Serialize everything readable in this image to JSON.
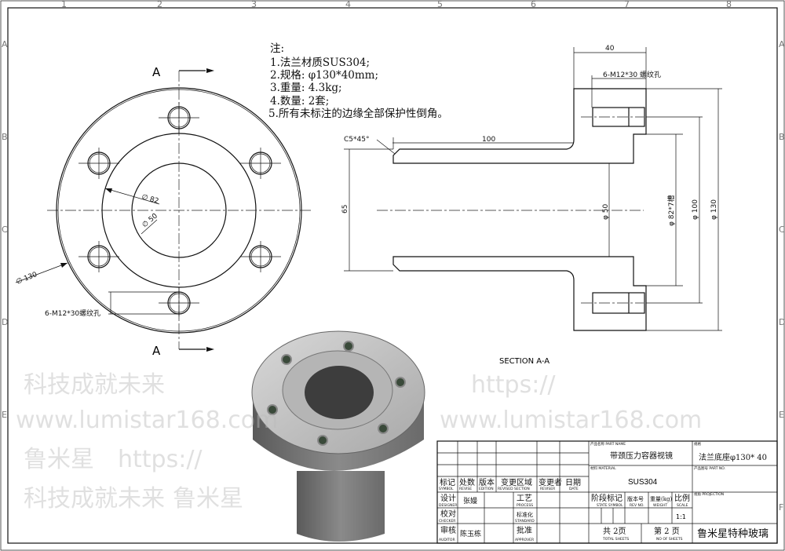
{
  "grid": {
    "cols": [
      "1",
      "2",
      "3",
      "4",
      "5",
      "6",
      "7",
      "8"
    ],
    "rows": [
      "A",
      "B",
      "C",
      "D",
      "E",
      "F"
    ]
  },
  "notes": {
    "title": "注:",
    "items": [
      "1.法兰材质SUS304;",
      "2.规格: φ130*40mm;",
      "3.重量: 4.3kg;",
      "4.数量: 2套;",
      "5.所有未标注的边缘全部保护性倒角。"
    ]
  },
  "front_view": {
    "section_mark": "A",
    "dims": {
      "d82": "∅ 82",
      "d50": "∅ 50",
      "d130": "∅ 130",
      "holes": "6-M12*30螺纹孔"
    }
  },
  "section_view": {
    "title": "SECTION A-A",
    "dims": {
      "width40": "40",
      "holes": "6-M12*30 螺纹孔",
      "chamfer": "C5*45°",
      "len100": "100",
      "h65": "65",
      "d50": "φ 50",
      "d82": "φ 82*7槽",
      "d100": "φ 100",
      "d130": "φ 130"
    }
  },
  "watermarks": [
    "科技成就未来",
    "www.lumistar168.com",
    "鲁米星",
    "https://"
  ],
  "title_block": {
    "part_name_label": "产品名称 PART NAME",
    "part_name": "带颈压力容器视镜",
    "spec_label": "规格",
    "spec": "法兰底座φ130* 40",
    "material_label": "材料 MATERIAL",
    "material": "SUS304",
    "part_no_label": "产品图号 PART NO.",
    "projection_label": "视角 PROJECTION",
    "headers": [
      {
        "cn": "标记",
        "en": "SYMBOL"
      },
      {
        "cn": "处数",
        "en": "REVISE"
      },
      {
        "cn": "版本",
        "en": "EDITION"
      },
      {
        "cn": "变更区域",
        "en": "REVISED SECTION"
      },
      {
        "cn": "变更者",
        "en": "REVISER"
      },
      {
        "cn": "日期",
        "en": "DATE"
      }
    ],
    "designer": {
      "cn": "设计",
      "en": "DESIGNER",
      "name": "张嫚"
    },
    "checker": {
      "cn": "校对",
      "en": "CHECKER"
    },
    "auditor": {
      "cn": "审核",
      "en": "AUDITOR",
      "name": "陈玉栋"
    },
    "process": {
      "cn": "工艺",
      "en": "PROCESS"
    },
    "standard": {
      "cn": "标准化",
      "en": "STANDARD"
    },
    "approver": {
      "cn": "批准",
      "en": "APPROVER"
    },
    "state": {
      "cn": "阶段标记",
      "en": "STATE SYMBOL"
    },
    "rev": {
      "cn": "版本号",
      "en": "REV NO."
    },
    "weight": {
      "cn": "重量(kg)",
      "en": "WEIGHT"
    },
    "scale": {
      "cn": "比例",
      "en": "SCALE",
      "value": "1:1"
    },
    "total": {
      "cn": "共 2页",
      "en": "TOTAL SHEETS"
    },
    "sheet": {
      "cn": "第 2 页",
      "en": "NO OF SHEETS"
    },
    "company": "鲁米星特种玻璃"
  }
}
